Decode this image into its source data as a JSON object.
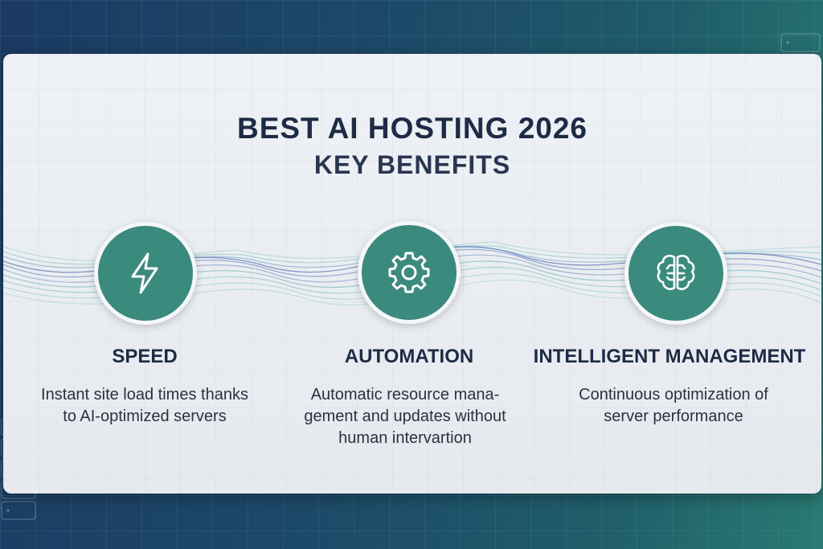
{
  "title": "BEST AI HOSTING 2026",
  "subtitle": "KEY BENEFITS",
  "benefits": [
    {
      "icon": "lightning-icon",
      "title": "SPEED",
      "description": "Instant site load times thanks to AI-optimized servers"
    },
    {
      "icon": "gear-icon",
      "title": "AUTOMATION",
      "description": "Automatic resource mana-gement and updates without human intervartion"
    },
    {
      "icon": "brain-icon",
      "title": "INTELLIGENT MANAGEMENT",
      "description": "Continuous optimization of server performance"
    }
  ],
  "colors": {
    "accent": "#3b8a7e",
    "text": "#1e2b45",
    "background": "#1d4a68"
  }
}
